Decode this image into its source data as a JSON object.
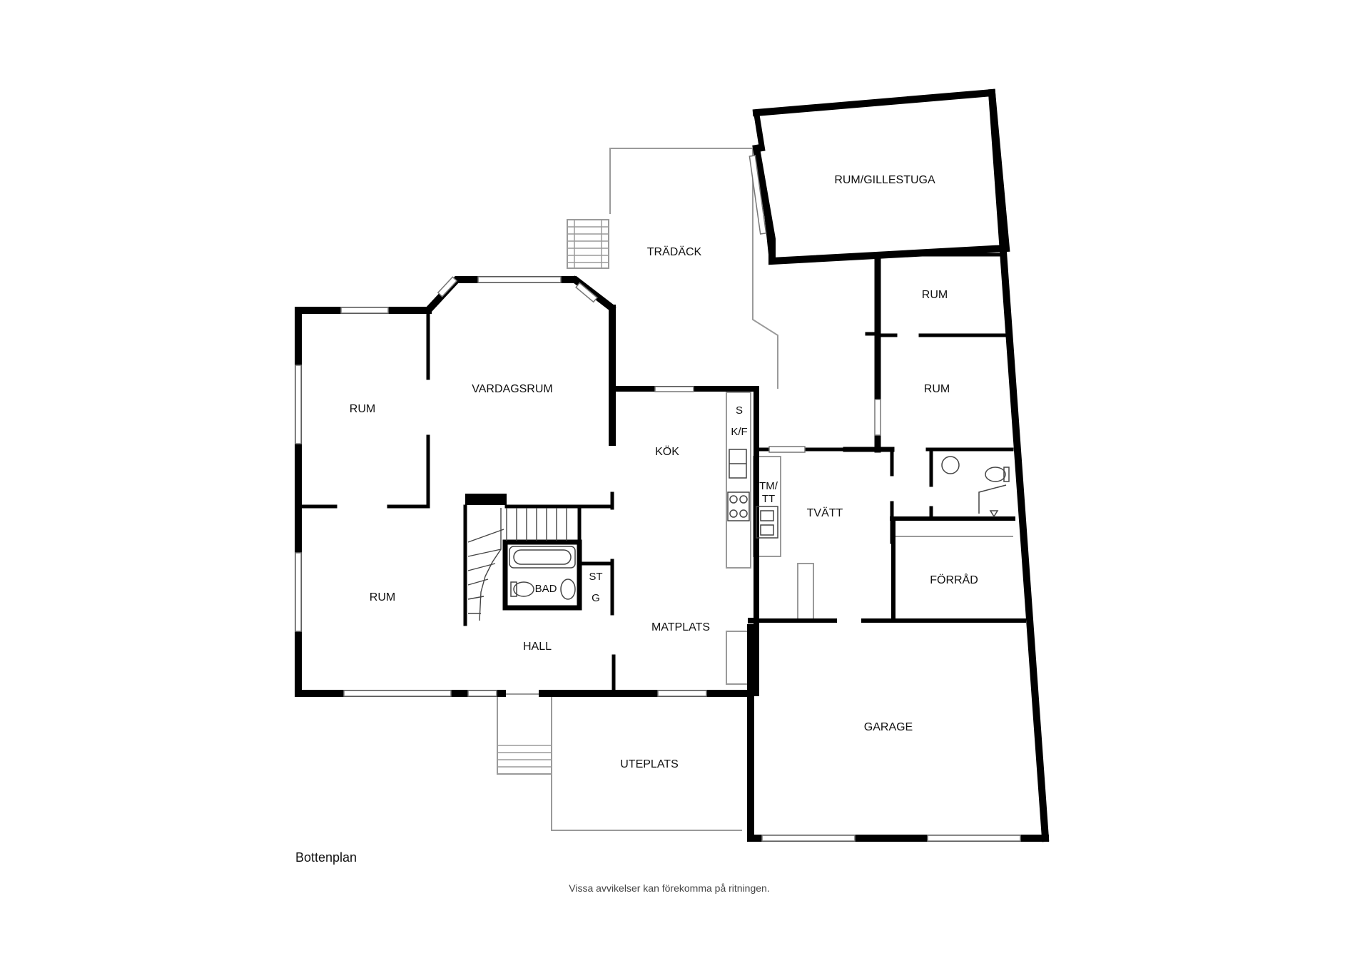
{
  "plan": {
    "heading": "Bottenplan",
    "disclaimer": "Vissa avvikelser kan förekomma på ritningen.",
    "rooms": {
      "gillestuga": "RUM/GILLESTUGA",
      "tradack": "TRÄDÄCK",
      "rum_upper_right": "RUM",
      "rum_right": "RUM",
      "vardagsrum": "VARDAGSRUM",
      "rum_left_upper": "RUM",
      "kok": "KÖK",
      "rum_left_lower": "RUM",
      "bad": "BAD",
      "hall": "HALL",
      "matplats": "MATPLATS",
      "tvatt": "TVÄTT",
      "forrad": "FÖRRÅD",
      "garage": "GARAGE",
      "uteplats": "UTEPLATS"
    },
    "fixtures": {
      "s": "S",
      "kf": "K/F",
      "tm": "TM/",
      "tt": "TT",
      "st": "ST",
      "g": "G"
    }
  }
}
